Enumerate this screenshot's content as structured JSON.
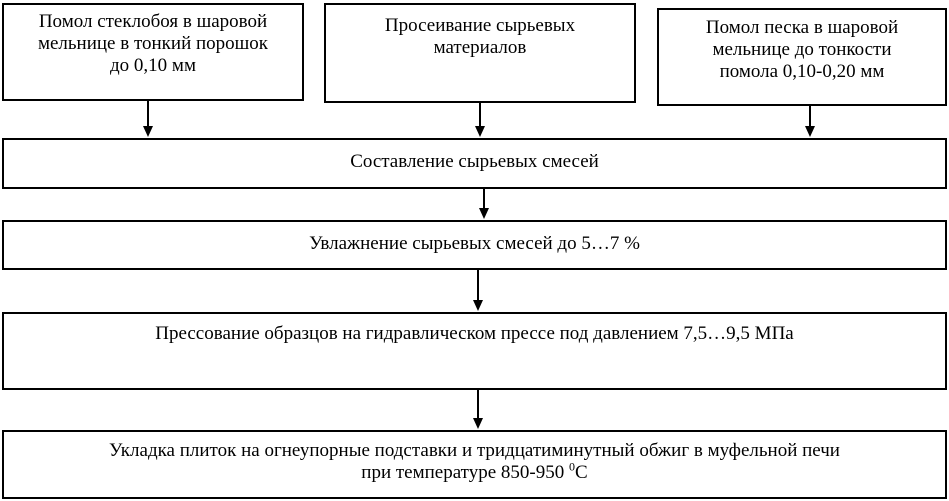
{
  "steps": {
    "glass_grinding": "Помол стеклобоя в шаровой\nмельнице в тонкий порошок\nдо 0,10 мм",
    "sieving": "Просеивание сырьевых\nматериалов",
    "sand_grinding": "Помол песка в шаровой\nмельнице до тонкости\nпомола 0,10-0,20 мм",
    "mixing": "Составление сырьевых смесей",
    "wetting": "Увлажнение сырьевых смесей до 5…7 %",
    "pressing": "Прессование образцов на гидравлическом прессе под давлением 7,5…9,5 МПа",
    "laying_line1": "Укладка плиток на огнеупорные подставки и тридцатиминутный обжиг в муфельной печи",
    "laying_line2_prefix": "при температуре 850-950 ",
    "laying_degree": "0",
    "laying_unit": "С"
  }
}
